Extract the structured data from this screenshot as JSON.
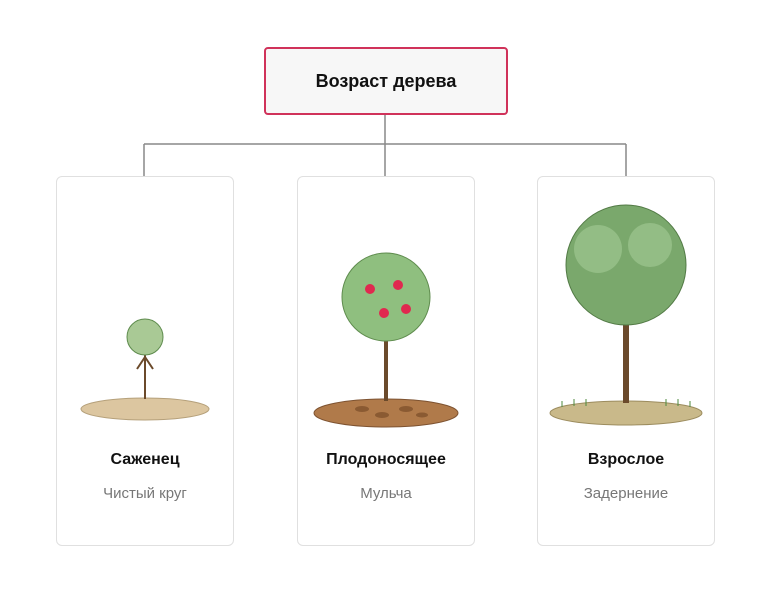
{
  "root": {
    "label": "Возраст дерева"
  },
  "stages": [
    {
      "title": "Саженец",
      "subtitle": "Чистый круг"
    },
    {
      "title": "Плодоносящее",
      "subtitle": "Мульча"
    },
    {
      "title": "Взрослое",
      "subtitle": "Задернение"
    }
  ],
  "colors": {
    "root_border": "#d0325a",
    "connector": "#888888",
    "trunk": "#6b4a2b",
    "young_canopy": "#a9c995",
    "fruiting_canopy": "#8fbf7f",
    "mature_canopy": "#7aa86c",
    "fruit": "#e0294f",
    "bare_soil": "#dcc6a0",
    "mulch": "#b07a4a",
    "grass_ground": "#c9b98a"
  }
}
